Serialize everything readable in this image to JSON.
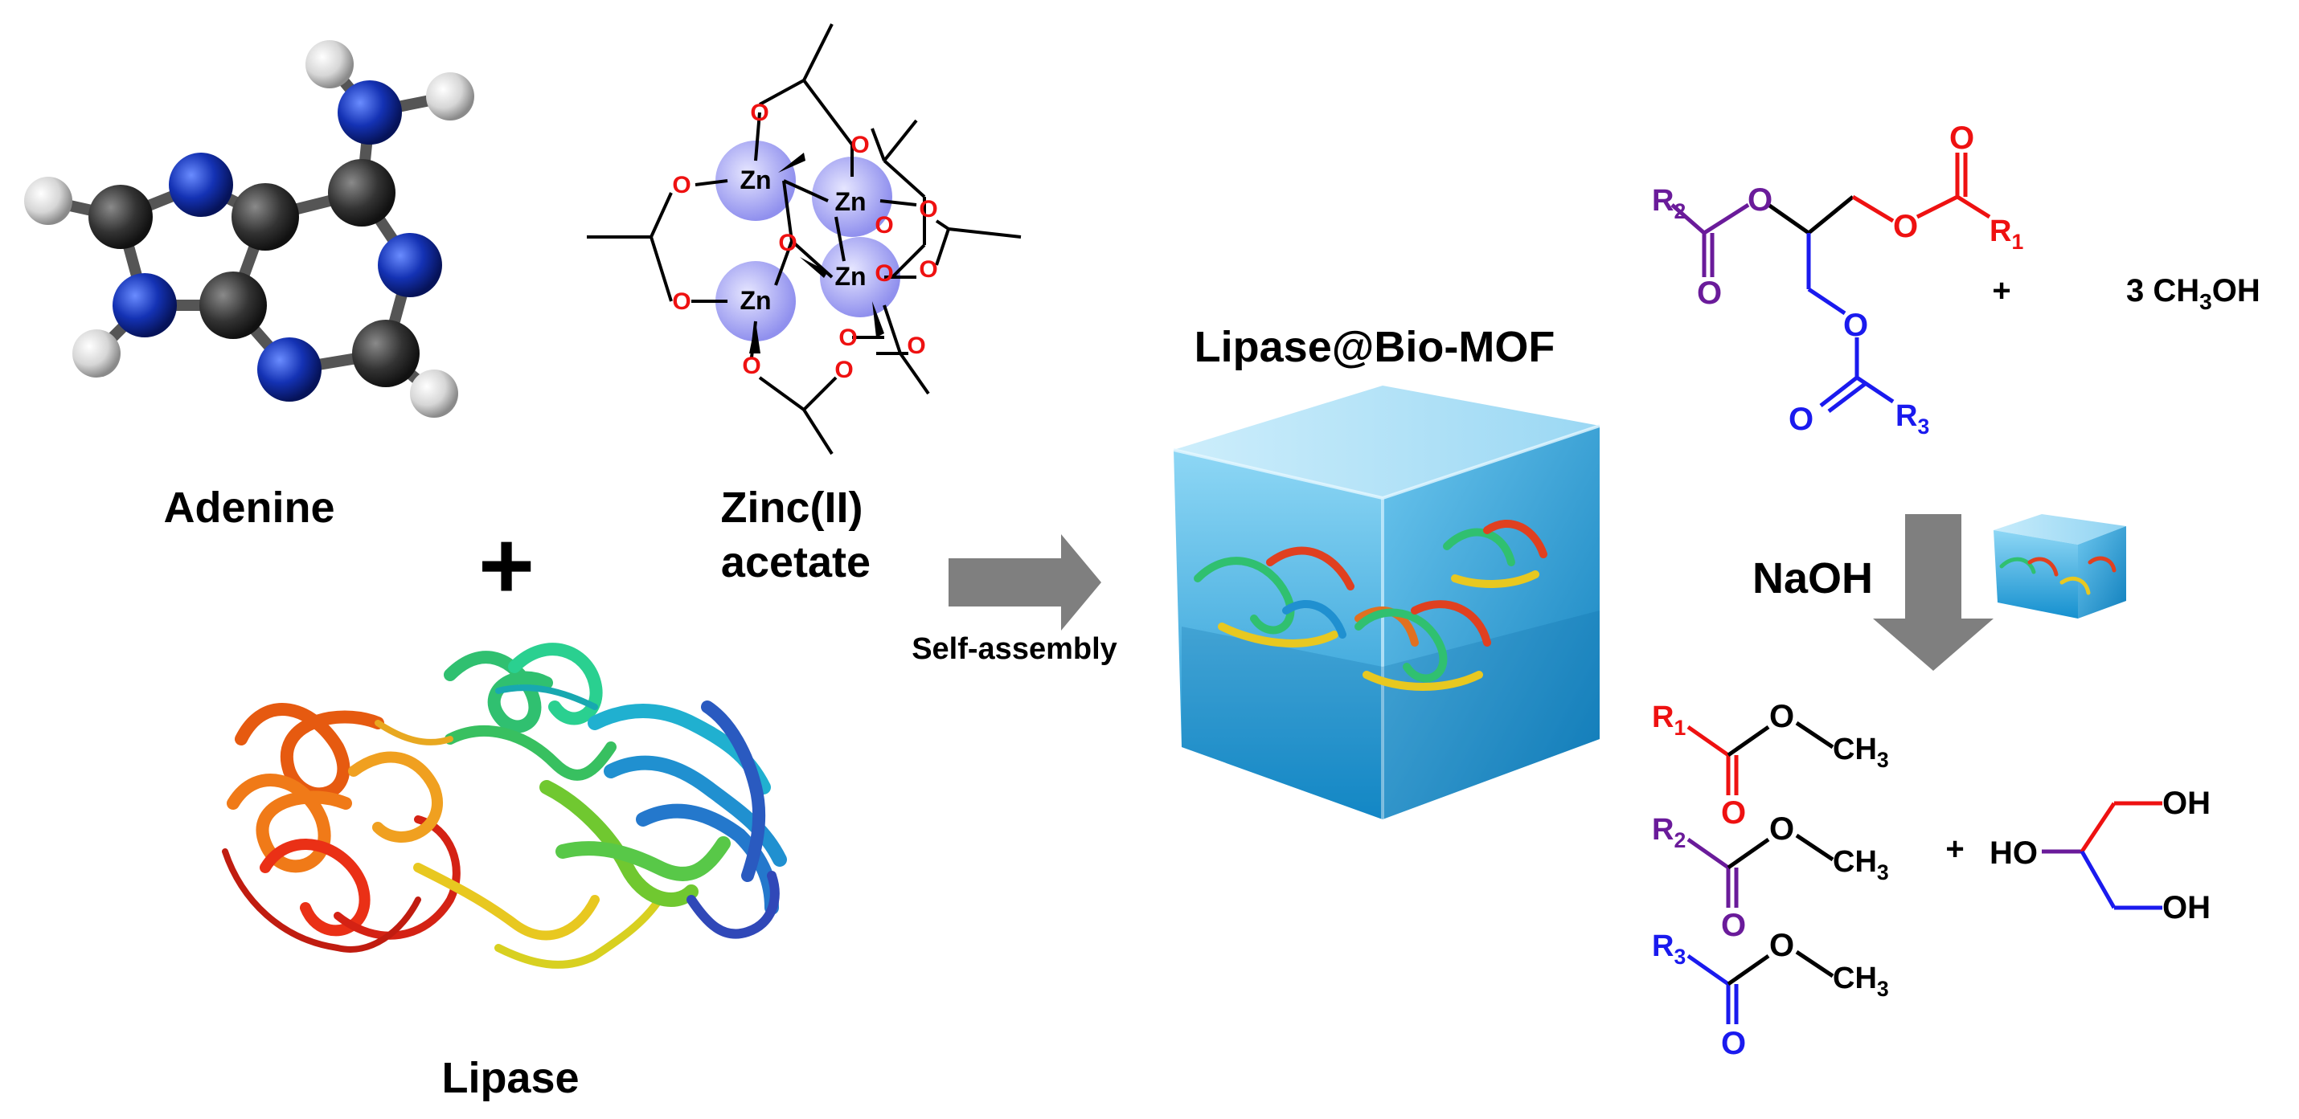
{
  "labels": {
    "adenine": "Adenine",
    "zinc_line1": "Zinc(II)",
    "zinc_line2": "acetate",
    "lipase": "Lipase",
    "self_assembly": "Self-assembly",
    "mof": "Lipase@Bio-MOF",
    "naoh": "NaOH",
    "methanol_coef": "3 CH",
    "methanol_sub": "3",
    "methanol_tail": "OH",
    "plus": "+"
  },
  "zinc_cluster": {
    "metal": "Zn",
    "oxygen": "O"
  },
  "triglyceride": {
    "r2": "R",
    "r2_sub": "2",
    "r1": "R",
    "r1_sub": "1",
    "r3": "R",
    "r3_sub": "3",
    "oxygen": "O"
  },
  "esters": [
    {
      "r": "R",
      "sub": "1",
      "ch3": "CH",
      "ch3_sub": "3",
      "oxygen": "O"
    },
    {
      "r": "R",
      "sub": "2",
      "ch3": "CH",
      "ch3_sub": "3",
      "oxygen": "O"
    },
    {
      "r": "R",
      "sub": "3",
      "ch3": "CH",
      "ch3_sub": "3",
      "oxygen": "O"
    }
  ],
  "glycerol": {
    "ho": "HO",
    "oh_top": "OH",
    "oh_bottom": "OH"
  },
  "colors": {
    "red": "#ee1111",
    "purple": "#6a1b9a",
    "blue": "#1a1aee",
    "arrow": "#7f7f7f",
    "zn_sphere": "#a8a8f4",
    "n_atom": "#1432b4",
    "c_atom": "#333333",
    "h_atom": "#dddddd",
    "cube": "#2ea7dc"
  }
}
